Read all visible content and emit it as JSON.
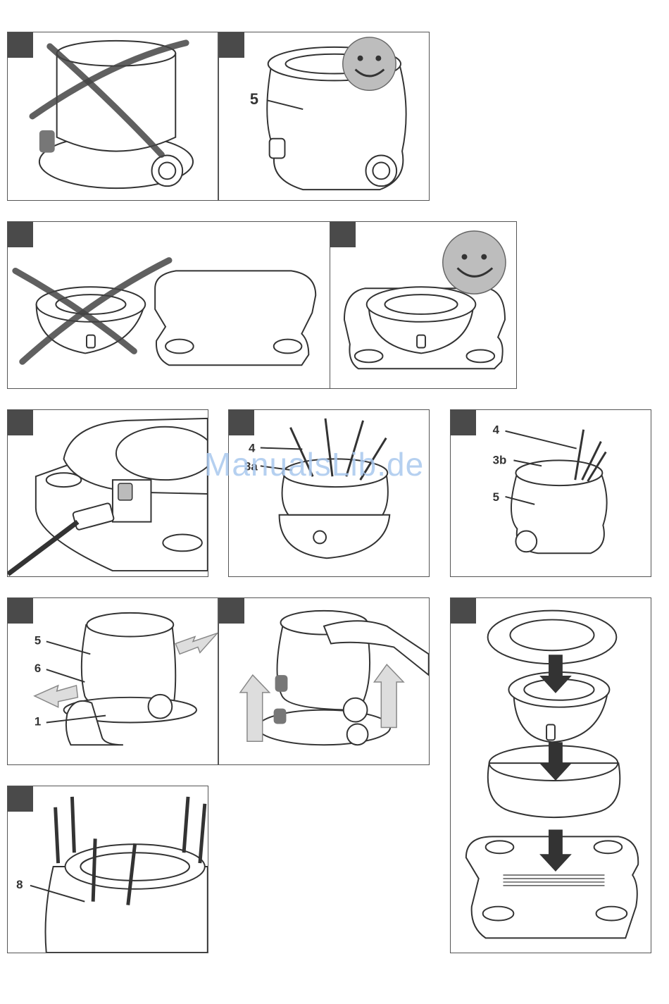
{
  "watermark": "ManualsLib.de",
  "labels": {
    "p2_part5": "5",
    "p6_part4": "4",
    "p6_part3a": "3a",
    "p7_part4": "4",
    "p7_part3b": "3b",
    "p7_part5": "5",
    "p8_part5": "5",
    "p8_part6": "6",
    "p8_part1": "1",
    "p11_part8": "8"
  },
  "colors": {
    "step_tab": "#4a4a4a",
    "watermark": "#a9c8ee",
    "smiley": "#bdbdbd"
  },
  "icons": [
    "smiley-icon",
    "cross-out-icon",
    "arrow-down-icon",
    "arrow-up-icon"
  ]
}
